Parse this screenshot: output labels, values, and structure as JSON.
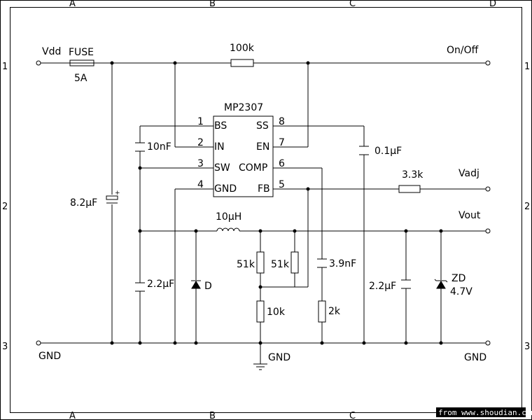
{
  "frame": {
    "columns": [
      "A",
      "B",
      "C",
      "D"
    ],
    "rows": [
      "1",
      "2",
      "3"
    ]
  },
  "nets": {
    "vdd": "Vdd",
    "onoff": "On/Off",
    "vadj": "Vadj",
    "vout": "Vout",
    "gnd_left": "GND",
    "gnd_right": "GND",
    "gnd_mid": "GND"
  },
  "ic": {
    "name": "MP2307",
    "pins": [
      {
        "num": "1",
        "name": "BS"
      },
      {
        "num": "2",
        "name": "IN"
      },
      {
        "num": "3",
        "name": "SW"
      },
      {
        "num": "4",
        "name": "GND"
      },
      {
        "num": "8",
        "name": "SS"
      },
      {
        "num": "7",
        "name": "EN"
      },
      {
        "num": "6",
        "name": "COMP"
      },
      {
        "num": "5",
        "name": "FB"
      }
    ]
  },
  "components": {
    "fuse_label": "FUSE",
    "fuse_value": "5A",
    "r_onoff": "100k",
    "c_bs": "10nF",
    "c_ss": "0.1µF",
    "c_in": "8.2µF",
    "r_vadj": "3.3k",
    "inductor": "10µH",
    "c_sw": "2.2µF",
    "diode": "D",
    "r_fb1": "51k",
    "r_fb2": "51k",
    "r_fb_low": "10k",
    "c_comp": "3.9nF",
    "r_comp": "2k",
    "c_out": "2.2µF",
    "zener_name": "ZD",
    "zener_value": "4.7V"
  },
  "watermark": "from www.shoudian.com"
}
